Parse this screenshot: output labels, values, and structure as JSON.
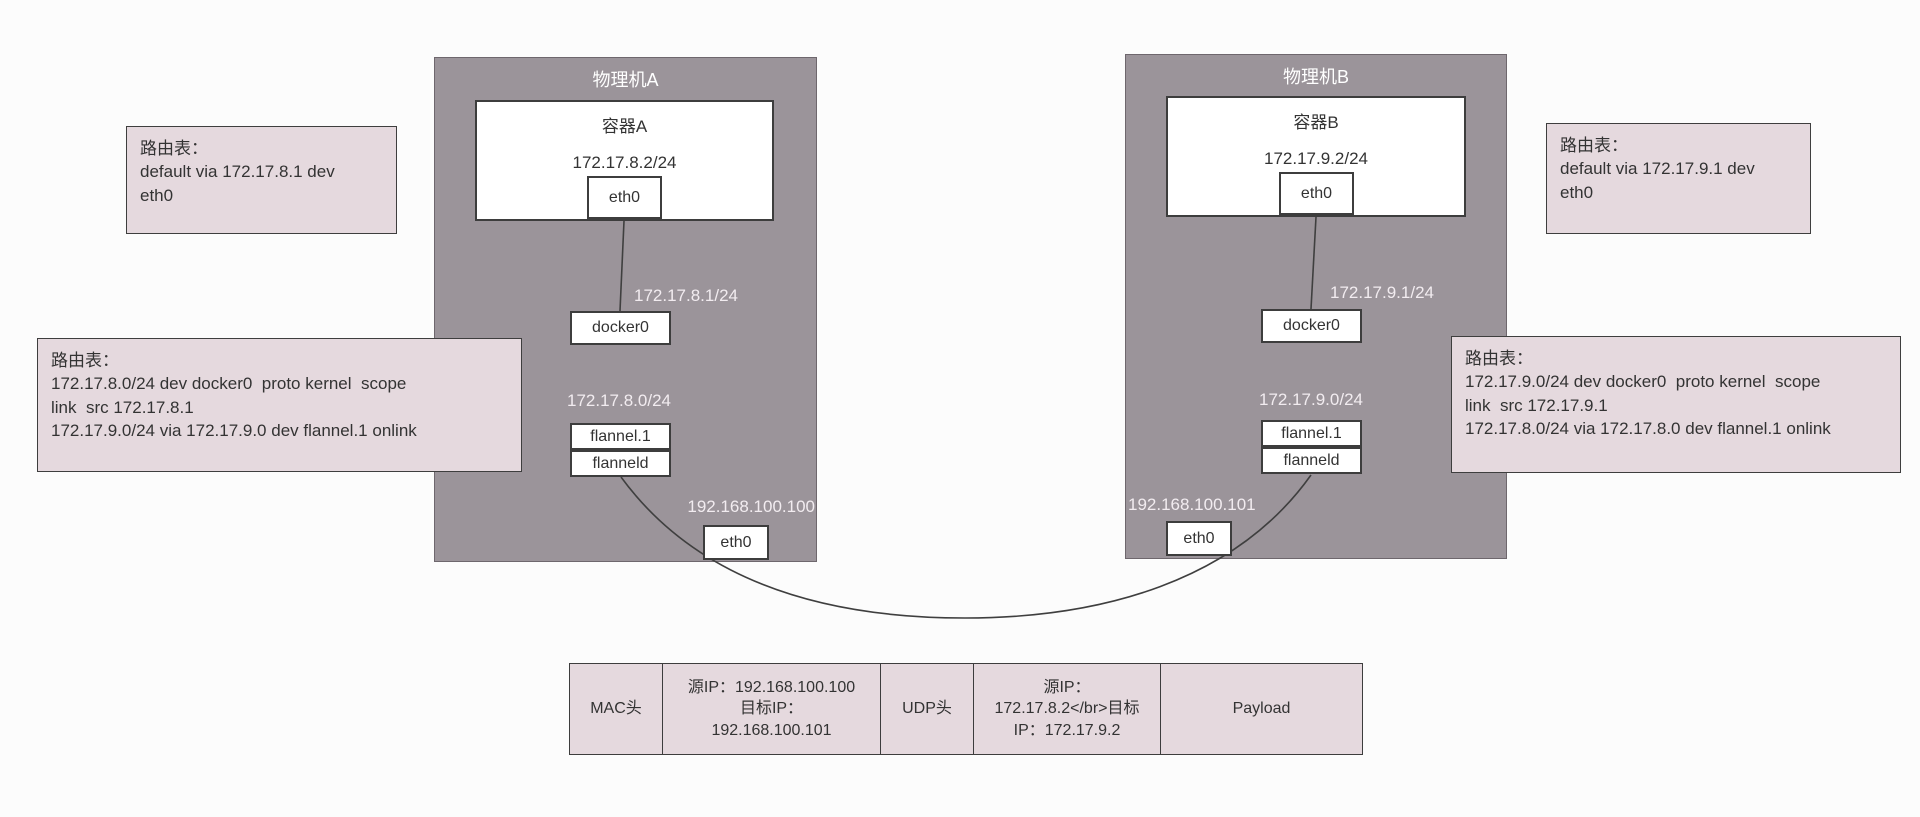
{
  "machine_a": {
    "title": "物理机A",
    "container_title": "容器A",
    "container_ip": "172.17.8.2/24",
    "container_iface": "eth0",
    "bridge_ip": "172.17.8.1/24",
    "bridge": "docker0",
    "flannel_subnet": "172.17.8.0/24",
    "flannel_iface": "flannel.1",
    "flannel_daemon": "flanneld",
    "host_ip": "192.168.100.100",
    "host_iface": "eth0"
  },
  "machine_b": {
    "title": "物理机B",
    "container_title": "容器B",
    "container_ip": "172.17.9.2/24",
    "container_iface": "eth0",
    "bridge_ip": "172.17.9.1/24",
    "bridge": "docker0",
    "flannel_subnet": "172.17.9.0/24",
    "flannel_iface": "flannel.1",
    "flannel_daemon": "flanneld",
    "host_ip": "192.168.100.101",
    "host_iface": "eth0"
  },
  "notes": {
    "route_a_default": "路由表：\ndefault via 172.17.8.1 dev\neth0",
    "route_b_default": "路由表：\ndefault via 172.17.9.1 dev\neth0",
    "route_a_full": "路由表：\n172.17.8.0/24 dev docker0  proto kernel  scope\nlink  src 172.17.8.1\n172.17.9.0/24 via 172.17.9.0 dev flannel.1 onlink",
    "route_b_full": "路由表：\n172.17.9.0/24 dev docker0  proto kernel  scope\nlink  src 172.17.9.1\n172.17.8.0/24 via 172.17.8.0 dev flannel.1 onlink"
  },
  "packet": {
    "mac": "MAC头",
    "outer_ip": "源IP：192.168.100.100\n目标IP：\n192.168.100.101",
    "udp": "UDP头",
    "inner_ip": "源IP：\n172.17.8.2</br>目标\nIP：172.17.9.2",
    "payload": "Payload"
  },
  "colors": {
    "machine_fill": "#9b949a",
    "note_fill": "#e5d9de",
    "box_border": "#3d3d3d",
    "wire_color": "#3f3f3f"
  }
}
